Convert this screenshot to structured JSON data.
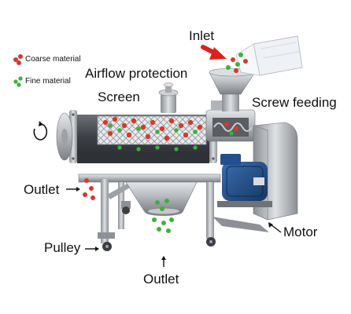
{
  "labels": {
    "inlet": "Inlet",
    "airflow_protection": "Airflow protection",
    "screen": "Screen",
    "screw_feeding": "Screw feeding",
    "outlet_side": "Outlet",
    "outlet_bottom": "Outlet",
    "pulley": "Pulley",
    "motor": "Motor"
  },
  "legend": {
    "coarse": "Coarse material",
    "fine": "Fine material"
  },
  "colors": {
    "coarse": "#d8382a",
    "fine": "#3cb13c",
    "machine_steel": "#b9bcc0",
    "motor_blue": "#1f4b87",
    "arrow_red": "#e0201c"
  },
  "icons": {
    "inlet_arrow": "red-arrow-icon",
    "rotation": "rotation-arrow-icon"
  }
}
